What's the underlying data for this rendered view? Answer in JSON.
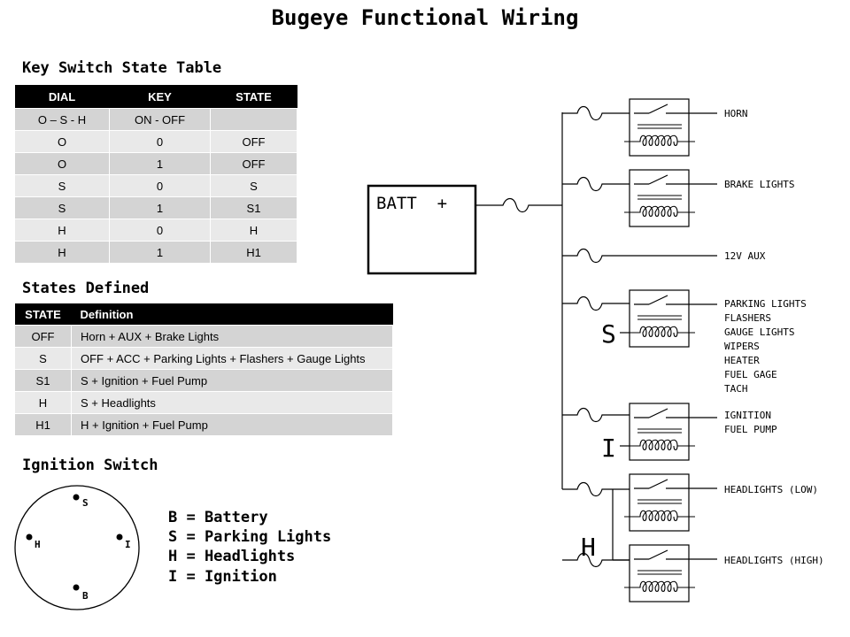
{
  "title": "Bugeye Functional Wiring",
  "key_table": {
    "heading": "Key Switch State Table",
    "columns": [
      "DIAL",
      "KEY",
      "STATE"
    ],
    "rows": [
      [
        "O – S - H",
        "ON - OFF",
        ""
      ],
      [
        "O",
        "0",
        "OFF"
      ],
      [
        "O",
        "1",
        "OFF"
      ],
      [
        "S",
        "0",
        "S"
      ],
      [
        "S",
        "1",
        "S1"
      ],
      [
        "H",
        "0",
        "H"
      ],
      [
        "H",
        "1",
        "H1"
      ]
    ]
  },
  "states_table": {
    "heading": "States Defined",
    "columns": [
      "STATE",
      "Definition"
    ],
    "rows": [
      [
        "OFF",
        "Horn + AUX + Brake Lights"
      ],
      [
        "S",
        "OFF + ACC + Parking Lights + Flashers + Gauge Lights"
      ],
      [
        "S1",
        "S + Ignition + Fuel  Pump"
      ],
      [
        "H",
        "S + Headlights"
      ],
      [
        "H1",
        "H + Ignition + Fuel  Pump"
      ]
    ]
  },
  "ignition_switch": {
    "heading": "Ignition Switch",
    "terminals": [
      "S",
      "H",
      "I",
      "B"
    ],
    "legend": [
      "B = Battery",
      "S = Parking Lights",
      "H = Headlights",
      "I = Ignition"
    ]
  },
  "battery_label": "BATT  +",
  "circuits": [
    {
      "lines": [
        "HORN"
      ],
      "relay": true
    },
    {
      "lines": [
        "BRAKE LIGHTS"
      ],
      "relay": true
    },
    {
      "lines": [
        "12V AUX"
      ],
      "relay": false
    },
    {
      "lines": [
        "PARKING LIGHTS",
        "FLASHERS",
        "GAUGE LIGHTS",
        "WIPERS",
        "HEATER",
        "FUEL GAGE",
        "TACH"
      ],
      "relay": true,
      "control": "S"
    },
    {
      "lines": [
        "IGNITION",
        "FUEL PUMP"
      ],
      "relay": true,
      "control": "I"
    },
    {
      "lines": [
        "HEADLIGHTS (LOW)"
      ],
      "relay": true
    },
    {
      "lines": [
        "HEADLIGHTS (HIGH)"
      ],
      "relay": true,
      "control": "H"
    }
  ]
}
